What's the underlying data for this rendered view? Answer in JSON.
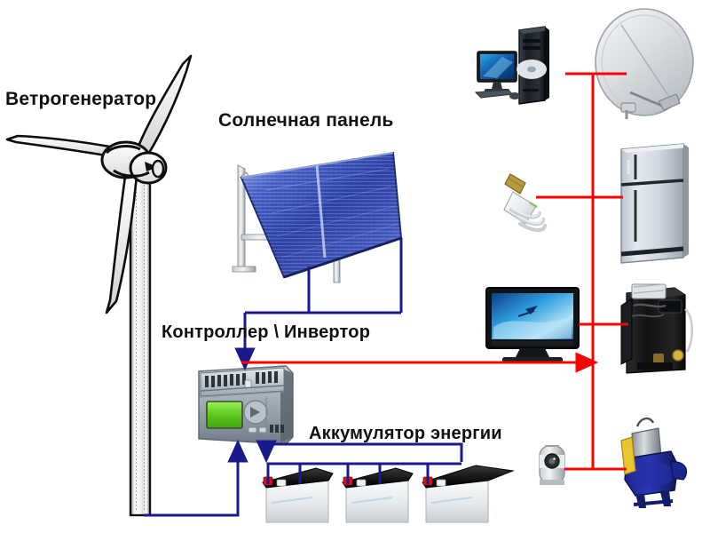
{
  "diagram": {
    "title": "Off-grid hybrid power system diagram",
    "labels": {
      "wind": "Ветрогенератор",
      "solar": "Солнечная панель",
      "controller": "Контроллер \\ Инвертор",
      "battery": "Аккумулятор энергии"
    },
    "colors": {
      "dc_wire": "#1a1a8c",
      "ac_wire": "#fe0000",
      "panel_blue": "#3a52b4",
      "battery_black": "#1a1a1a",
      "battery_body": "#e8ecee",
      "terminal_red": "#e11111",
      "controller_gray": "#9aa4ad",
      "lcd_green": "#6ddc2a",
      "background": "#ffffff"
    },
    "sources": [
      {
        "name": "wind-turbine",
        "label": "Ветрогенератор",
        "blades": 3
      },
      {
        "name": "solar-panel",
        "label": "Солнечная панель",
        "panels": 2
      }
    ],
    "conversion": {
      "name": "controller-inverter",
      "label": "Контроллер \\ Инвертор"
    },
    "storage": {
      "name": "battery-bank",
      "label": "Аккумулятор энергии",
      "count": 3
    },
    "loads": [
      {
        "name": "desktop-computer",
        "row": 1,
        "side": "left"
      },
      {
        "name": "satellite-dish",
        "row": 1,
        "side": "right"
      },
      {
        "name": "cfl-light-bulb",
        "row": 2,
        "side": "left"
      },
      {
        "name": "refrigerator",
        "row": 2,
        "side": "right"
      },
      {
        "name": "television",
        "row": 3,
        "side": "left"
      },
      {
        "name": "boiler-heater",
        "row": 3,
        "side": "right"
      },
      {
        "name": "security-camera",
        "row": 4,
        "side": "left"
      },
      {
        "name": "water-pump",
        "row": 4,
        "side": "right"
      }
    ]
  }
}
